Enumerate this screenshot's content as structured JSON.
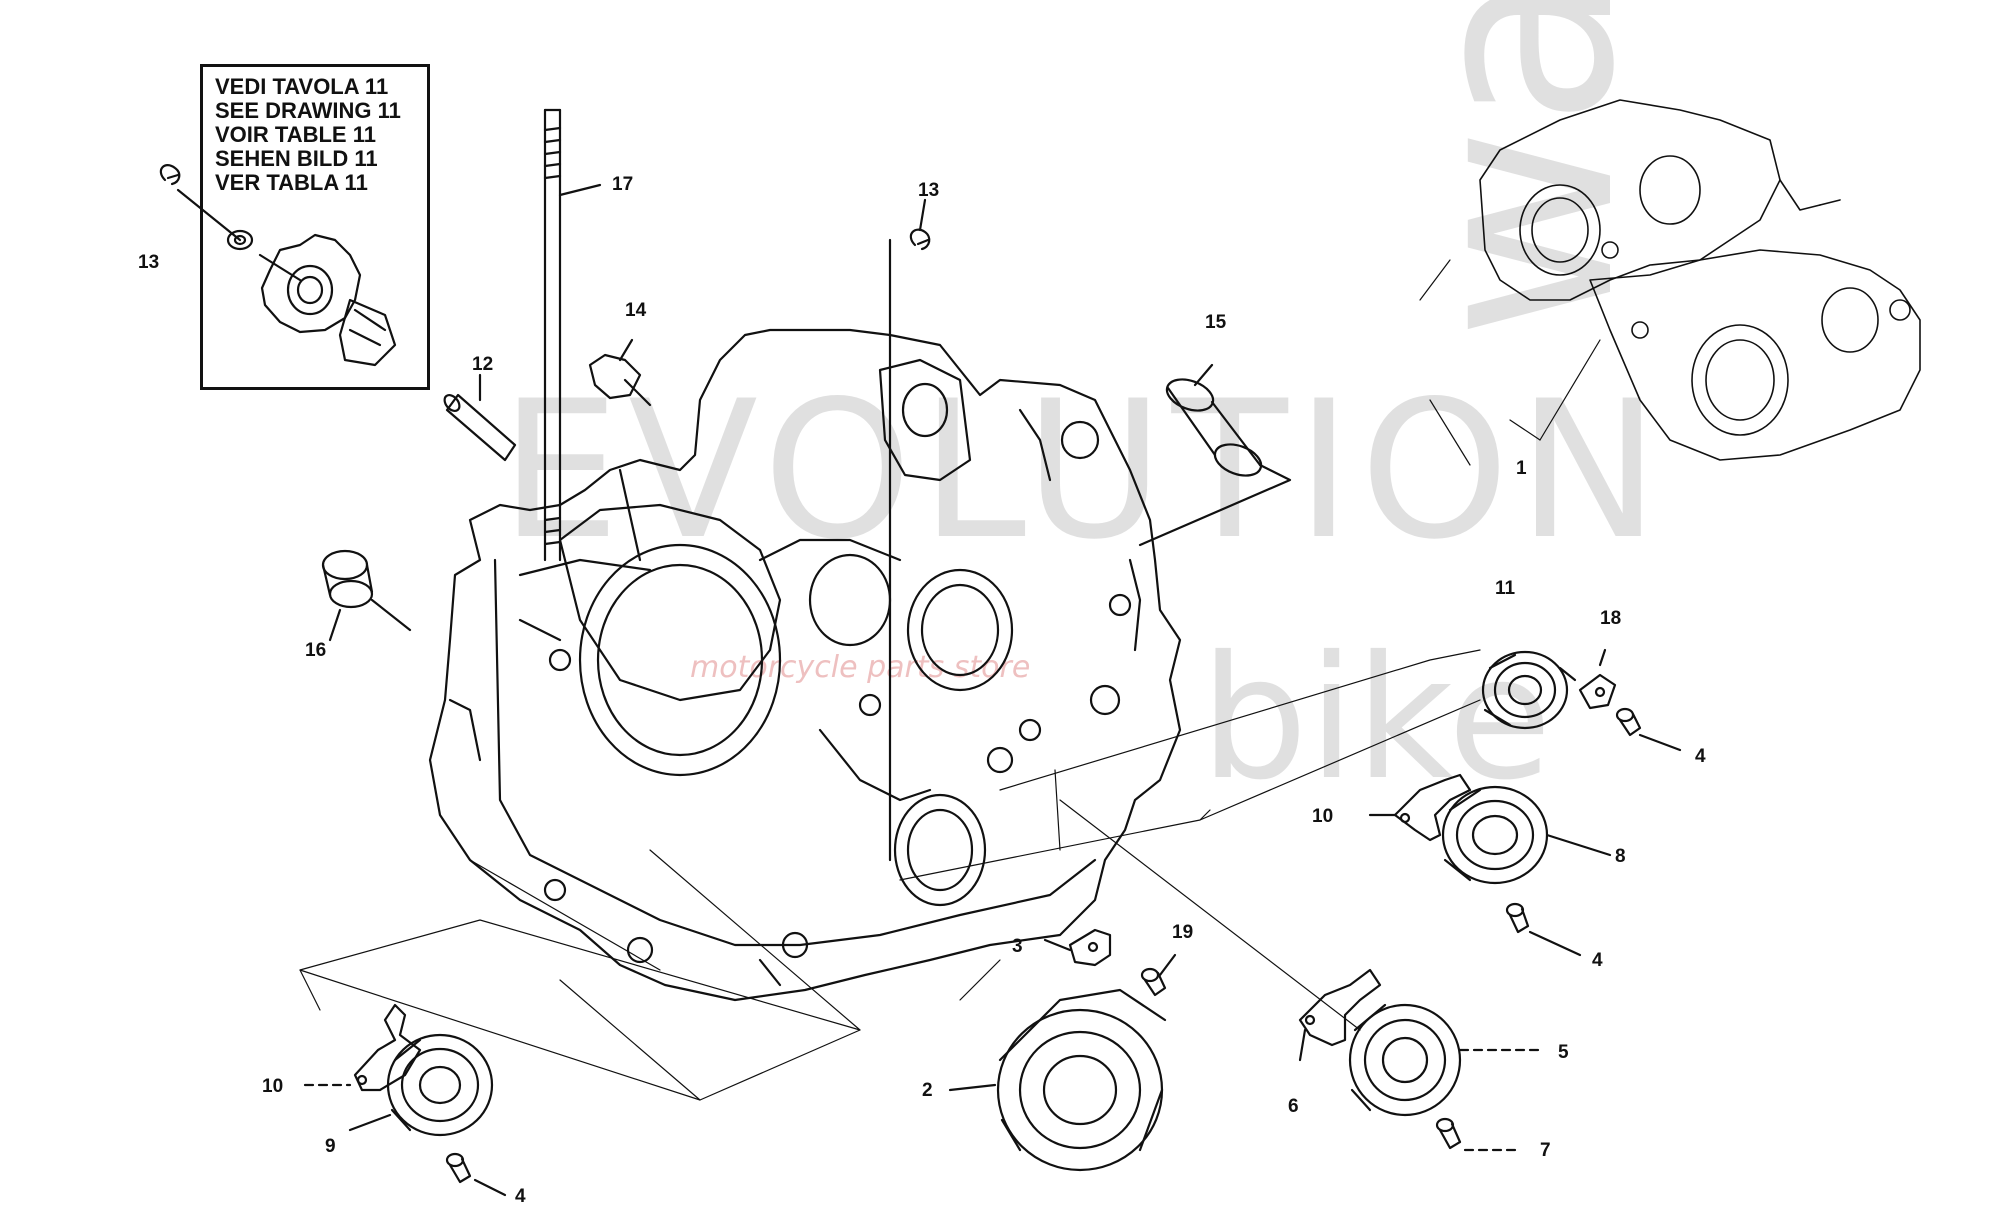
{
  "reference_box": {
    "lines": [
      "VEDI TAVOLA 11",
      "SEE DRAWING 11",
      "VOIR TABLE 11",
      "SEHEN BILD 11",
      "VER TABLA 11"
    ]
  },
  "callouts": {
    "c1": "1",
    "c2": "2",
    "c3": "3",
    "c4a": "4",
    "c4b": "4",
    "c4c": "4",
    "c5": "5",
    "c6": "6",
    "c7": "7",
    "c8": "8",
    "c9": "9",
    "c10a": "10",
    "c10b": "10",
    "c11": "11",
    "c12": "12",
    "c13a": "13",
    "c13b": "13",
    "c14": "14",
    "c15": "15",
    "c16": "16",
    "c17": "17",
    "c18": "18",
    "c19": "19"
  },
  "watermark": {
    "main": "EVOLUTION",
    "side": "ways",
    "bike": "bike",
    "tagline": "motorcycle parts store"
  }
}
